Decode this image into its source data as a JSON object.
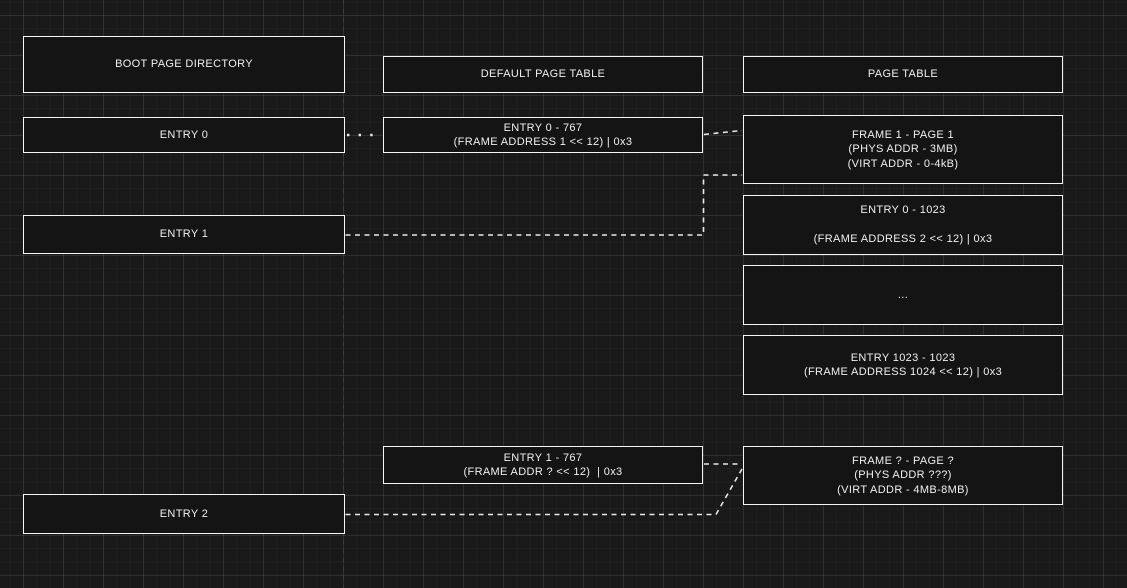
{
  "colors": {
    "background": "#191919",
    "box-fill": "#141414",
    "box-border": "#f5f5f5",
    "text": "#f0f0f0",
    "connector": "#e8e8e8",
    "guide-line": "#3c3c3c"
  },
  "boxes": {
    "boot_page_directory": {
      "title": "BOOT PAGE DIRECTORY"
    },
    "entry_0": {
      "label": "ENTRY 0"
    },
    "entry_1": {
      "label": "ENTRY 1"
    },
    "entry_2": {
      "label": "ENTRY 2"
    },
    "default_page_table": {
      "title": "DEFAULT PAGE TABLE"
    },
    "dpt_entry_0": {
      "line1": "ENTRY 0 - 767",
      "line2": "(FRAME ADDRESS 1 << 12) | 0x3"
    },
    "dpt_entry_1": {
      "line1": "ENTRY 1 - 767",
      "line2": "(FRAME ADDR ? << 12)  | 0x3"
    },
    "page_table": {
      "title": "PAGE TABLE"
    },
    "pt_frame_1": {
      "line1": "FRAME 1 - PAGE 1",
      "line2": "(PHYS ADDR - 3MB)",
      "line3": "(VIRT ADDR - 0-4kB)"
    },
    "pt_entry_0": {
      "line1": "ENTRY 0 - 1023",
      "line2": "",
      "line3": "(FRAME ADDRESS 2 << 12) | 0x3"
    },
    "pt_ellipsis": {
      "label": "..."
    },
    "pt_entry_1023": {
      "line1": "ENTRY 1023 - 1023",
      "line2": "(FRAME ADDRESS 1024 << 12) | 0x3"
    },
    "pt_frame_q": {
      "line1": "FRAME ? - PAGE ?",
      "line2": "(PHYS ADDR ???)",
      "line3": "(VIRT ADDR - 4MB-8MB)"
    }
  }
}
